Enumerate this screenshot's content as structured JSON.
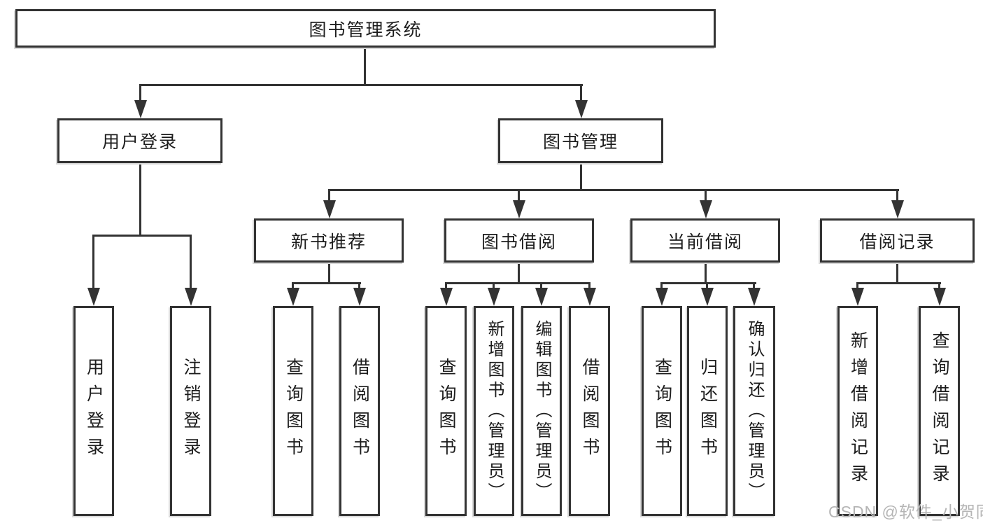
{
  "colors": {
    "line": "#333333",
    "box_border": "#333333",
    "text": "#1c1c1c",
    "watermark": "#b5b5b5",
    "background": "#ffffff"
  },
  "watermark": {
    "text": "CSDN @软件_小贺同学"
  },
  "tree": {
    "label": "图书管理系统",
    "children": [
      {
        "label": "用户登录",
        "children": [
          {
            "label": "用户登录"
          },
          {
            "label": "注销登录"
          }
        ]
      },
      {
        "label": "图书管理",
        "children": [
          {
            "label": "新书推荐",
            "children": [
              {
                "label": "查询图书"
              },
              {
                "label": "借阅图书"
              }
            ]
          },
          {
            "label": "图书借阅",
            "children": [
              {
                "label": "查询图书"
              },
              {
                "label": "新增图书（管理员）"
              },
              {
                "label": "编辑图书（管理员）"
              },
              {
                "label": "借阅图书"
              }
            ]
          },
          {
            "label": "当前借阅",
            "children": [
              {
                "label": "查询图书"
              },
              {
                "label": "归还图书"
              },
              {
                "label": "确认归还（管理员）"
              }
            ]
          },
          {
            "label": "借阅记录",
            "children": [
              {
                "label": "新增借阅记录"
              },
              {
                "label": "查询借阅记录"
              }
            ]
          }
        ]
      }
    ]
  }
}
